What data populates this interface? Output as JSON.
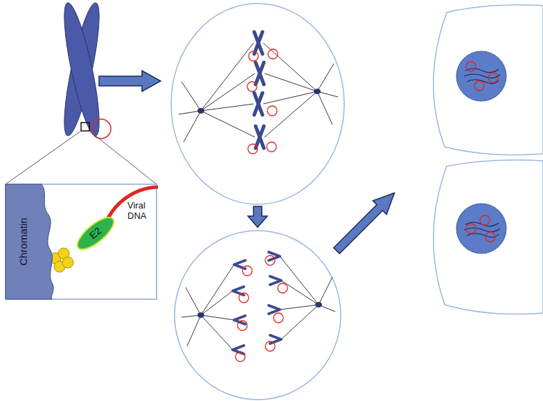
{
  "diagram": {
    "nodes": [
      {
        "text": [
          "Chromatin"
        ]
      },
      {
        "text": [
          "E2"
        ]
      }
    ],
    "labels": [
      "Viral DNA"
    ]
  }
}
